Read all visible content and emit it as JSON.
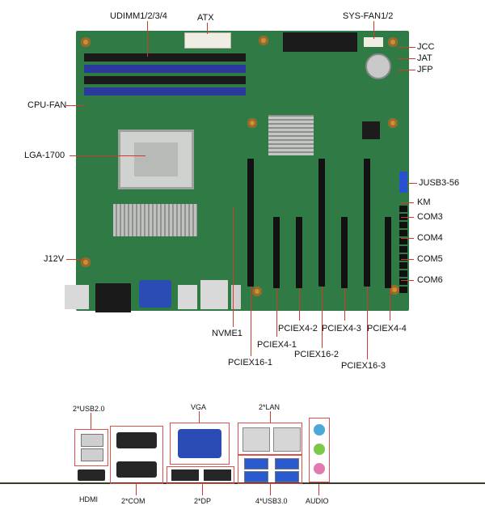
{
  "board_labels": {
    "udimm": "UDIMM1/2/3/4",
    "atx": "ATX",
    "sys_fan": "SYS-FAN1/2",
    "jcc": "JCC",
    "jat": "JAT",
    "jfp": "JFP",
    "cpu_fan": "CPU-FAN",
    "lga": "LGA-1700",
    "jusb": "JUSB3-56",
    "km": "KM",
    "com3": "COM3",
    "com4": "COM4",
    "com5": "COM5",
    "com6": "COM6",
    "j12v": "J12V",
    "nvme": "NVME1",
    "pciex4_2": "PCIEX4-2",
    "pciex4_3": "PCIEX4-3",
    "pciex4_4": "PCIEX4-4",
    "pciex4_1": "PCIEX4-1",
    "pciex16_2": "PCIEX16-2",
    "pciex16_1": "PCIEX16-1",
    "pciex16_3": "PCIEX16-3"
  },
  "io_labels": {
    "usb2": "2*USB2.0",
    "vga": "VGA",
    "lan": "2*LAN",
    "hdmi": "HDMI",
    "com": "2*COM",
    "dp": "2*DP",
    "usb3": "4*USB3.0",
    "audio": "AUDIO"
  },
  "colors": {
    "pcb": "#2f7a45",
    "callout": "#d23a2a",
    "vga_blue": "#2b4bb5",
    "usb3_blue": "#2a5ad0"
  }
}
